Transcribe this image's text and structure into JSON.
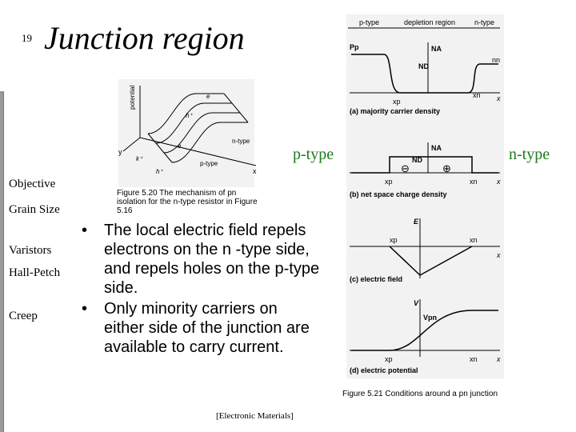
{
  "slide": {
    "number": "19",
    "title": "Junction region"
  },
  "sidebar": {
    "items": [
      {
        "label": "Objective"
      },
      {
        "label": "Grain Size"
      },
      {
        "label": "Varistors"
      },
      {
        "label": "Hall-Petch"
      },
      {
        "label": "Creep"
      }
    ]
  },
  "labels": {
    "p_type": "p-type",
    "n_type": "n-type"
  },
  "figure_520": {
    "caption": "Figure 5.20 The mechanism of pn isolation for the n-type resistor in Figure 5.16",
    "potential": "potential",
    "n_type": "n-type",
    "p_type": "p-type",
    "e": "e",
    "h": "h⁺",
    "k": "k⁺",
    "y": "y",
    "x": "x"
  },
  "figure_521": {
    "caption": "Figure 5.21 Conditions around a pn junction",
    "header": {
      "p": "p-type",
      "dep": "depletion region",
      "n": "n-type"
    },
    "panel_a": {
      "label": "(a) majority carrier density",
      "pp": "Pp",
      "na": "NA",
      "nd": "ND",
      "nn": "nn",
      "xp": "xp",
      "xn": "xn",
      "x": "x"
    },
    "panel_b": {
      "label": "(b) net space charge density",
      "na": "NA",
      "nd": "ND",
      "minus": "⊖",
      "plus": "⊕",
      "xp": "xp",
      "xn": "xn",
      "x": "x"
    },
    "panel_c": {
      "label": "(c) electric field",
      "e": "E",
      "xp": "xp",
      "xn": "xn",
      "x": "x"
    },
    "panel_d": {
      "label": "(d) electric potential",
      "v": "V",
      "vpn": "Vpn",
      "xp": "xp",
      "xn": "xn",
      "x": "x"
    }
  },
  "bullets": [
    "The local electric field repels electrons on the n -type side, and repels holes on the p-type side.",
    "Only minority carriers on either side of the junction are available to carry current."
  ],
  "credit": "[Electronic Materials]"
}
